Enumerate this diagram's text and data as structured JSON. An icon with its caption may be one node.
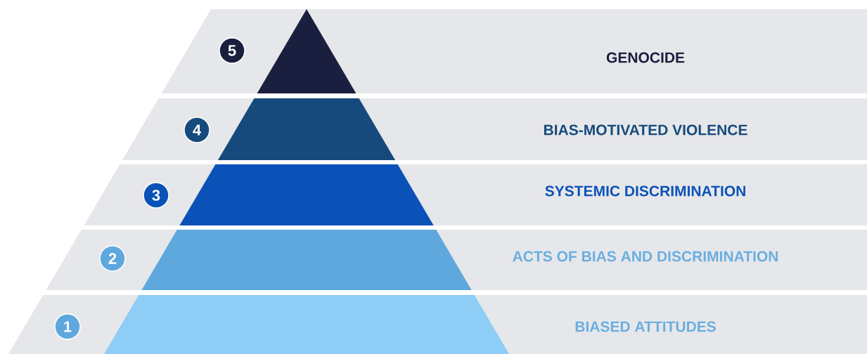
{
  "diagram": {
    "nodes": [
      {
        "text": [
          "5",
          "GENOCIDE"
        ]
      },
      {
        "text": [
          "4",
          "BIAS-MOTIVATED VIOLENCE"
        ]
      },
      {
        "text": [
          "3",
          "SYSTEMIC DISCRIMINATION"
        ]
      },
      {
        "text": [
          "2",
          "ACTS OF BIAS AND DISCRIMINATION"
        ]
      },
      {
        "text": [
          "1",
          "BIASED ATTITUDES"
        ]
      }
    ]
  }
}
